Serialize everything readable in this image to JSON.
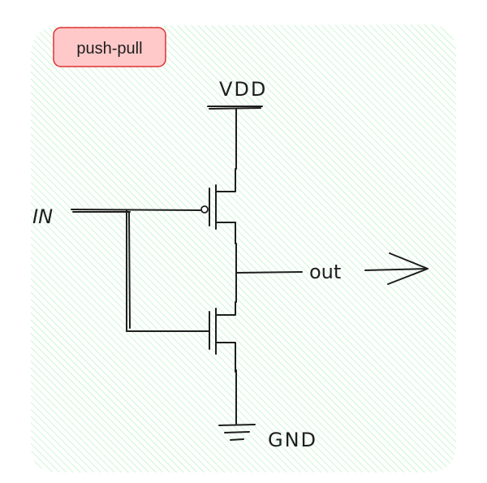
{
  "tag": {
    "label": "push-pull",
    "fill": "#ffc9c9",
    "stroke": "#e03131"
  },
  "background": {
    "hatch_color": "#b2f2bb"
  },
  "labels": {
    "vdd": "VDD",
    "gnd": "GND",
    "input": "IN",
    "output": "out"
  },
  "icons": {
    "output_arrow": "arrow-right-icon",
    "ground": "ground-icon"
  }
}
